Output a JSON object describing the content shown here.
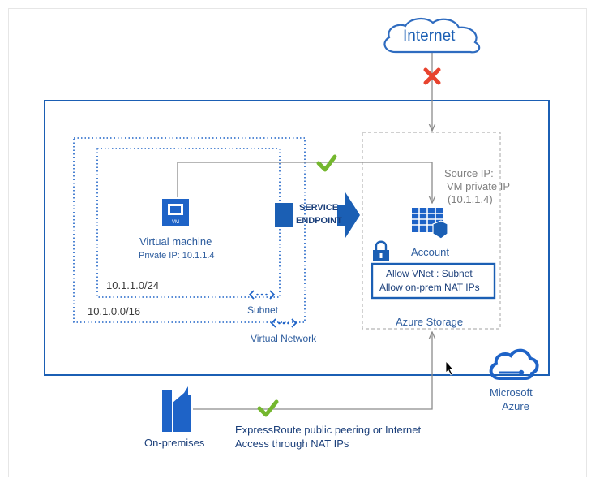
{
  "internet": {
    "label": "Internet"
  },
  "service_endpoint": {
    "line1": "SERVICE",
    "line2": "ENDPOINT"
  },
  "source_ip": {
    "line1": "Source IP:",
    "line2": "VM private IP",
    "line3": "(10.1.1.4)"
  },
  "vm": {
    "icon_text": "VM",
    "title": "Virtual machine",
    "private_ip": "Private IP: 10.1.1.4"
  },
  "subnet": {
    "cidr": "10.1.1.0/24",
    "label": "Subnet"
  },
  "vnet": {
    "cidr": "10.1.0.0/16",
    "label": "Virtual Network"
  },
  "storage": {
    "account_label": "Account",
    "rules": [
      "Allow VNet : Subnet",
      "Allow on-prem NAT IPs"
    ],
    "label": "Azure Storage"
  },
  "azure": {
    "line1": "Microsoft",
    "line2": "Azure"
  },
  "onprem": {
    "label": "On-premises"
  },
  "expressroute": {
    "line1": "ExpressRoute public peering or Internet",
    "line2": "Access through NAT IPs"
  },
  "colors": {
    "azure_blue": "#1b5fb4",
    "icon_blue": "#1e63c7",
    "text_blue": "#2e5d9e",
    "check_green": "#74b72e",
    "cross_red": "#e8432e",
    "line_gray": "#8c8c8c"
  }
}
